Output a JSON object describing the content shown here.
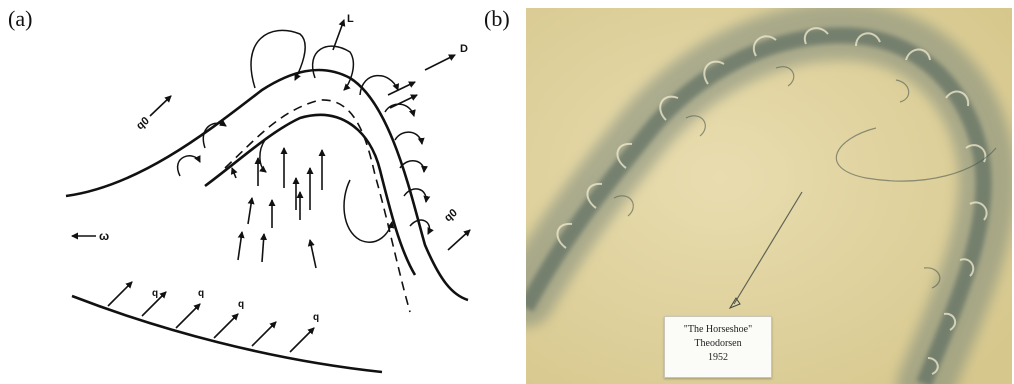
{
  "panel_a": {
    "label": "(a)",
    "symbols": {
      "lift": "L",
      "drag": "D",
      "freestream_left": "q0",
      "freestream_right": "q0",
      "rotation": "ω",
      "inflow": [
        "q",
        "q",
        "q",
        "q"
      ]
    }
  },
  "panel_b": {
    "label": "(b)",
    "caption": {
      "title": "\"The Horseshoe\"",
      "author": "Theodorsen",
      "year": "1952"
    }
  },
  "colors": {
    "ink": "#111111",
    "paper": "#e2d6a0",
    "smoke": "#8a9183"
  }
}
